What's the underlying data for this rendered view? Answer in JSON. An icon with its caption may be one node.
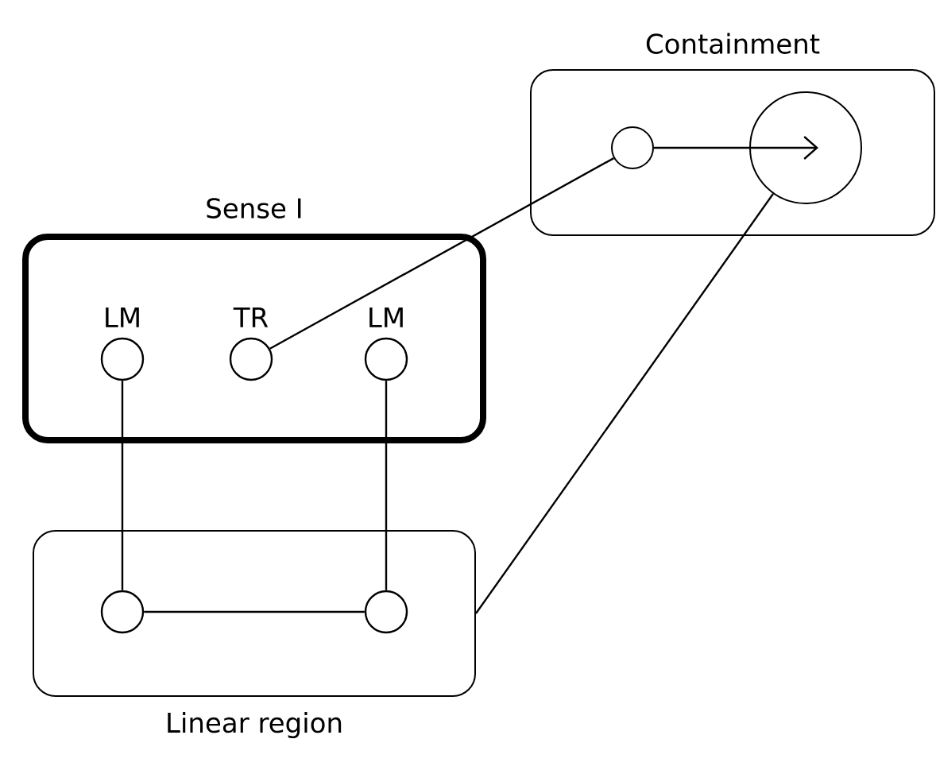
{
  "diagram": {
    "nodes": [
      {
        "text": [
          "Containment"
        ]
      },
      {
        "text": [],
        "shape": "circle",
        "in": 0
      },
      {
        "text": [],
        "shape": "circle",
        "in": 0
      },
      {
        "text": [
          "Sense I"
        ]
      },
      {
        "text": [
          "LM"
        ],
        "in": 3
      },
      {
        "text": [
          "TR"
        ],
        "in": 3
      },
      {
        "text": [
          "LM"
        ],
        "in": 3
      },
      {
        "text": [
          "Linear region"
        ]
      },
      {
        "text": [],
        "shape": "circle",
        "in": 7
      },
      {
        "text": [],
        "shape": "circle",
        "in": 7
      }
    ],
    "edges": [
      {
        "from": 1,
        "to": 2,
        "arrow": "to"
      },
      {
        "from": 5,
        "to": 1,
        "arrow": "none"
      },
      {
        "from": 4,
        "to": 8,
        "arrow": "none"
      },
      {
        "from": 6,
        "to": 9,
        "arrow": "none"
      },
      {
        "from": 8,
        "to": 9,
        "arrow": "none"
      },
      {
        "from": 2,
        "to": 7,
        "arrow": "none"
      }
    ]
  }
}
